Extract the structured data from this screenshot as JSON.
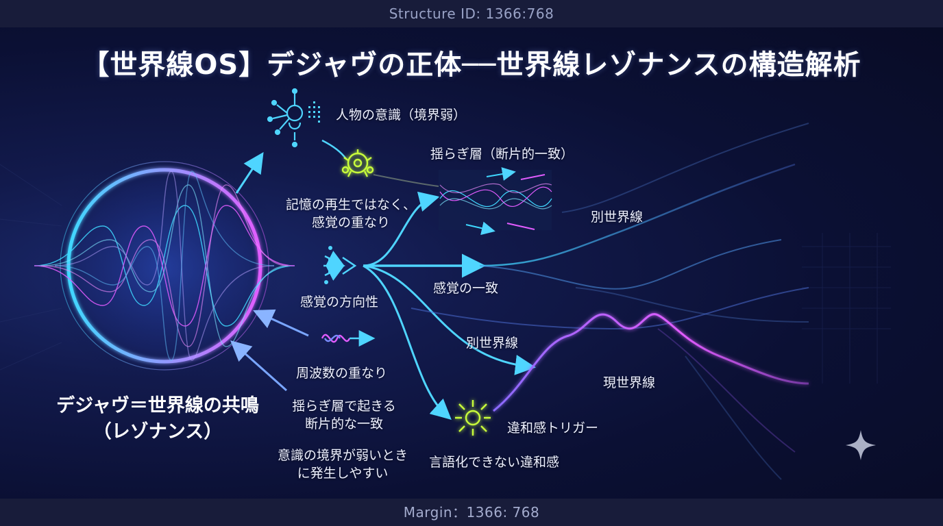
{
  "header": {
    "structure_id": "Structure ID: 1366:768"
  },
  "footer": {
    "margin": "Margin：1366: 768"
  },
  "title": "【世界線OS】デジャヴの正体──世界線レゾナンスの構造解析",
  "labels": {
    "person_awareness": "人物の意識（境界弱）",
    "fluctuation_layer": "揺らぎ層（断片的一致）",
    "memory_line1": "記憶の再生ではなく、",
    "memory_line2": "感覚の重なり",
    "sense_direction": "感覚の方向性",
    "sense_match": "感覚の一致",
    "other_worldline_top": "別世界線",
    "other_worldline_mid": "別世界線",
    "current_worldline": "現世界線",
    "freq_overlap": "周波数の重なり",
    "fragment_line1": "揺らぎ層で起きる",
    "fragment_line2": "断片的な一致",
    "boundary_line1": "意識の境界が弱いとき",
    "boundary_line2": "に発生しやすい",
    "trigger": "違和感トリガー",
    "unspeakable": "言語化できない違和感",
    "dejavu_line1": "デジャヴ＝世界線の共鳴",
    "dejavu_line2": "（レゾナンス）"
  },
  "colors": {
    "cyan": "#3fd8ff",
    "magenta": "#e25cff",
    "lime": "#c9ff3a",
    "blue_line": "#5aa0ff",
    "bar_bg": "#181c3a"
  },
  "icons": [
    "network-node-icon",
    "brain-gear-icon",
    "arrow-converge-icon",
    "sine-wave-icon",
    "burst-sun-icon",
    "sparkle-icon"
  ]
}
